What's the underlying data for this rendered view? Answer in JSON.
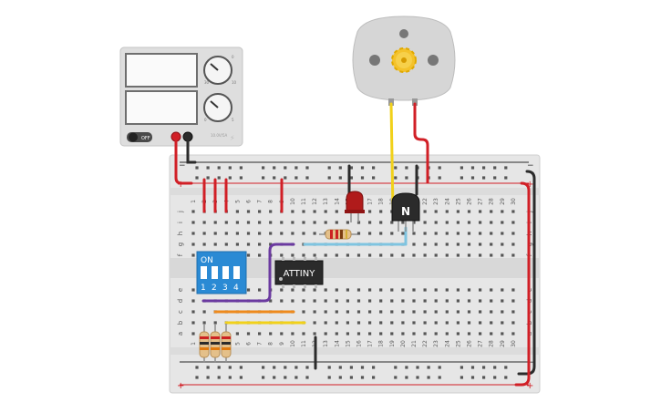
{
  "power_supply": {
    "off_label": "OFF",
    "brand_label": "10.0V/5A",
    "dial_marks": [
      "0",
      "10",
      "30",
      "0",
      "5"
    ]
  },
  "breadboard": {
    "columns": [
      "1",
      "2",
      "3",
      "4",
      "5",
      "6",
      "7",
      "8",
      "9",
      "10",
      "11",
      "12",
      "13",
      "14",
      "15",
      "16",
      "17",
      "18",
      "19",
      "20",
      "21",
      "22",
      "23",
      "24",
      "25",
      "26",
      "27",
      "28",
      "29",
      "30"
    ],
    "rows_top": [
      "j",
      "i",
      "h",
      "g",
      "f"
    ],
    "rows_bottom": [
      "e",
      "d",
      "c",
      "b",
      "a"
    ],
    "rail_plus": "+",
    "rail_minus": "−"
  },
  "dip_switch": {
    "on_label": "ON",
    "positions": [
      "1",
      "2",
      "3",
      "4"
    ]
  },
  "mcu": {
    "label": "ATTINY"
  },
  "transistor": {
    "label": "N"
  },
  "colors": {
    "board": "#e9e9e9",
    "red_wire": "#d11f26",
    "black_wire": "#2b2b2b",
    "yellow_wire": "#f1d11a",
    "blue_switch": "#2a8ad4",
    "purple_wire": "#6b3aa0",
    "orange_wire": "#ee8a1d",
    "light_blue_wire": "#7fc4e0"
  }
}
